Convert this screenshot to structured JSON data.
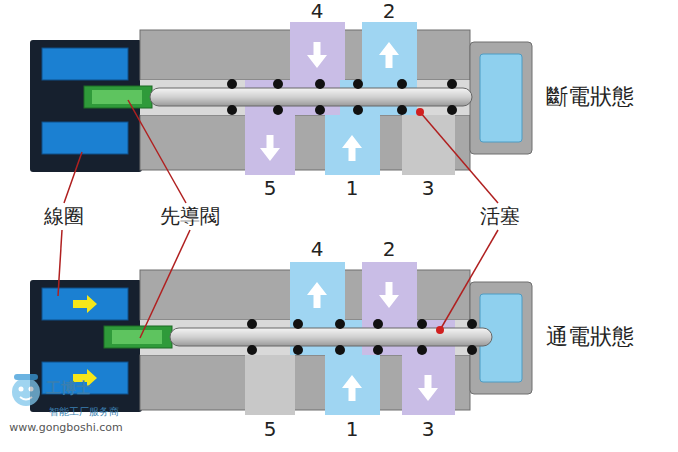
{
  "diagram": {
    "labels": [
      "4",
      "2",
      "斷電狀態",
      "5",
      "1",
      "3",
      "線圈",
      "先導閥",
      "活塞",
      "4",
      "2",
      "通電狀態",
      "5",
      "1",
      "3",
      "工博士",
      "智能工厂服务商",
      "www.gongboshi.com"
    ]
  }
}
